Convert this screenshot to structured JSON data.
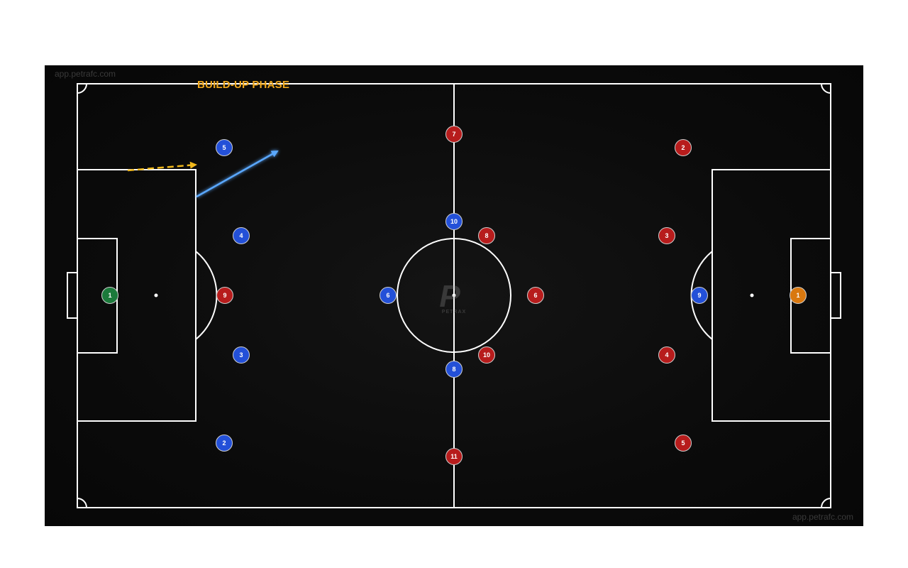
{
  "watermark": "app.petrafc.com",
  "phase_label": "BUILD-UP PHASE",
  "logo": {
    "letter": "P",
    "wordmark": "PETRAX"
  },
  "colors": {
    "home_team": "#2350d8",
    "away_team": "#b71c1c",
    "home_keeper": "#1b7a3b",
    "away_keeper": "#d9780f",
    "phase_label": "#f0a81c",
    "pass_arrow": "#5aa8ff",
    "run_arrow": "#f0b81c",
    "lines": "#ffffff"
  },
  "arrows": [
    {
      "type": "pass",
      "style": "solid",
      "color_key": "pass_arrow"
    },
    {
      "type": "run",
      "style": "dashed",
      "color_key": "run_arrow"
    }
  ],
  "players": [
    {
      "team": "home",
      "role": "goalkeeper",
      "number": "1"
    },
    {
      "team": "home",
      "number": "5"
    },
    {
      "team": "home",
      "number": "4"
    },
    {
      "team": "home",
      "number": "3"
    },
    {
      "team": "home",
      "number": "2"
    },
    {
      "team": "home",
      "number": "10"
    },
    {
      "team": "home",
      "number": "6"
    },
    {
      "team": "home",
      "number": "8"
    },
    {
      "team": "home",
      "number": "9"
    },
    {
      "team": "away",
      "number": "9"
    },
    {
      "team": "away",
      "number": "7"
    },
    {
      "team": "away",
      "number": "8"
    },
    {
      "team": "away",
      "number": "6"
    },
    {
      "team": "away",
      "number": "10"
    },
    {
      "team": "away",
      "number": "11"
    },
    {
      "team": "away",
      "number": "2"
    },
    {
      "team": "away",
      "number": "3"
    },
    {
      "team": "away",
      "number": "4"
    },
    {
      "team": "away",
      "number": "5"
    },
    {
      "team": "away",
      "role": "goalkeeper",
      "number": "1"
    }
  ]
}
